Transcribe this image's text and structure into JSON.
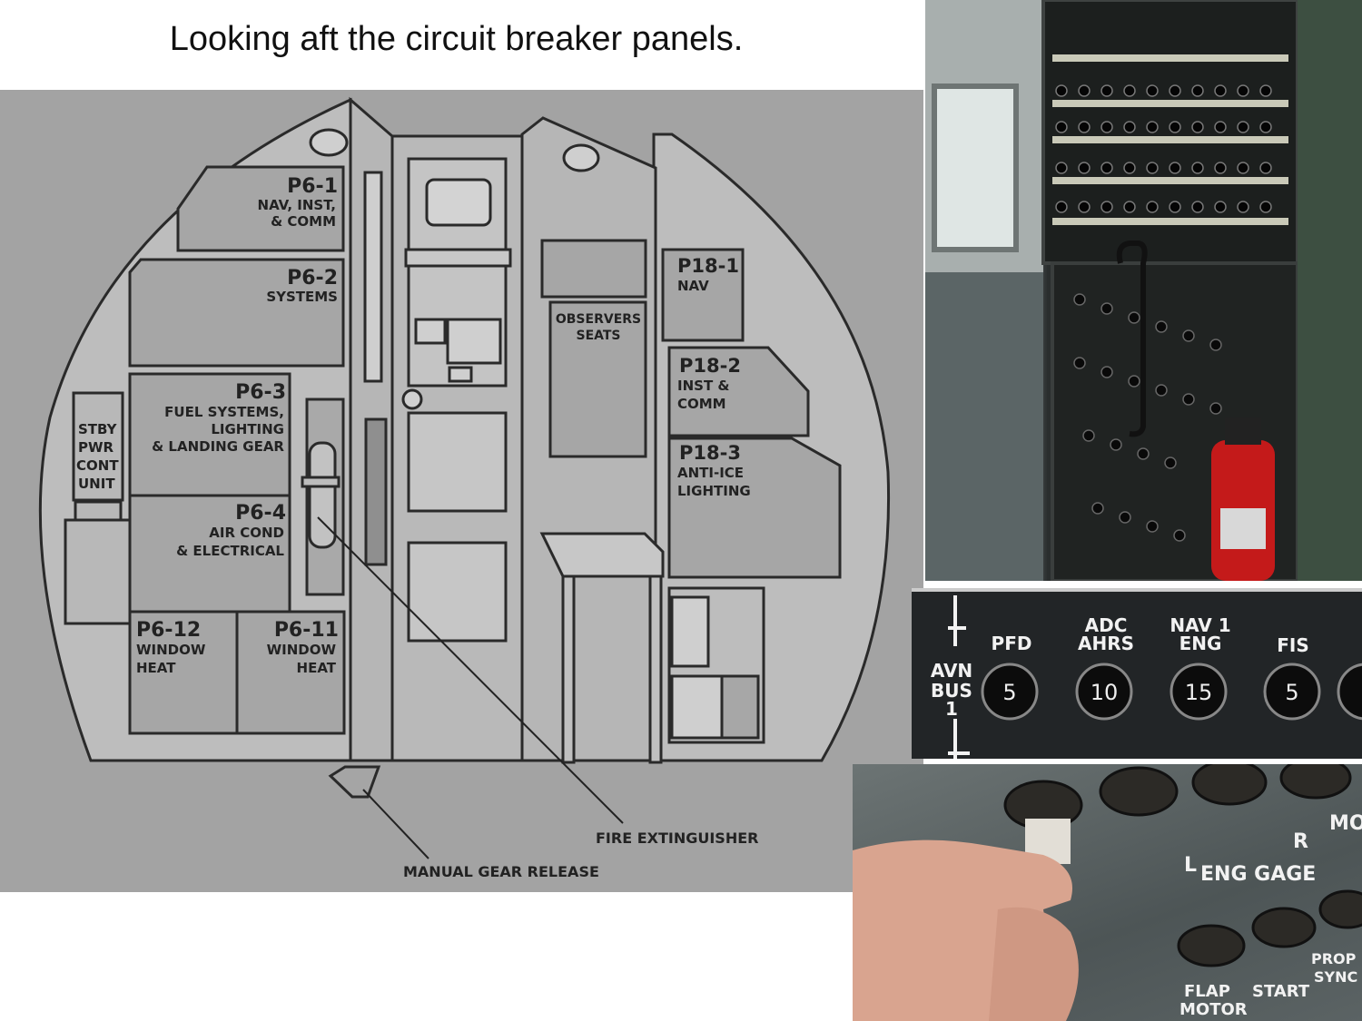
{
  "title": "Looking aft the circuit breaker panels.",
  "diagram": {
    "panels": {
      "p6_1": {
        "id": "P6-1",
        "lines": [
          "NAV, INST,",
          "& COMM"
        ]
      },
      "p6_2": {
        "id": "P6-2",
        "lines": [
          "SYSTEMS"
        ]
      },
      "p6_3": {
        "id": "P6-3",
        "lines": [
          "FUEL SYSTEMS,",
          "LIGHTING",
          "& LANDING GEAR"
        ]
      },
      "p6_4": {
        "id": "P6-4",
        "lines": [
          "AIR COND",
          "& ELECTRICAL"
        ]
      },
      "p6_12": {
        "id": "P6-12",
        "lines": [
          "WINDOW",
          "HEAT"
        ]
      },
      "p6_11": {
        "id": "P6-11",
        "lines": [
          "WINDOW",
          "HEAT"
        ]
      },
      "p18_1": {
        "id": "P18-1",
        "lines": [
          "NAV"
        ]
      },
      "p18_2": {
        "id": "P18-2",
        "lines": [
          "INST &",
          "COMM"
        ]
      },
      "p18_3": {
        "id": "P18-3",
        "lines": [
          "ANTI-ICE",
          "LIGHTING"
        ]
      },
      "stby": {
        "lines": [
          "STBY",
          "PWR",
          "CONT",
          "UNIT"
        ]
      }
    },
    "observers": [
      "OBSERVERS",
      "SEATS"
    ],
    "fire_extinguisher": "FIRE EXTINGUISHER",
    "manual_gear_release": "MANUAL GEAR RELEASE"
  },
  "photo_panel": {
    "bus_label": [
      "AVN",
      "BUS",
      "1"
    ],
    "breakers": [
      {
        "label": [
          "PFD"
        ],
        "rating": "5"
      },
      {
        "label": [
          "ADC",
          "AHRS"
        ],
        "rating": "10"
      },
      {
        "label": [
          "NAV 1",
          "ENG"
        ],
        "rating": "15"
      },
      {
        "label": [
          "FIS"
        ],
        "rating": "5"
      }
    ]
  },
  "photo_closeup": {
    "labels": [
      "L",
      "ENG GAGE",
      "R",
      "MOT",
      "FLAP",
      "MOTOR",
      "START",
      "PROP",
      "SYNC"
    ]
  }
}
